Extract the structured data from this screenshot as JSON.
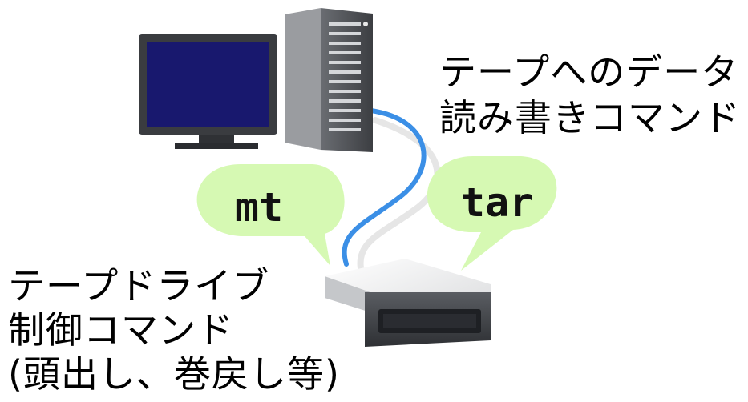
{
  "diagram": {
    "top_label": {
      "line1": "テープへのデータ",
      "line2": "読み書きコマンド"
    },
    "bottom_label": {
      "line1": "テープドライブ",
      "line2": "制御コマンド",
      "line3": "(頭出し、巻戻し等)"
    },
    "bubbles": {
      "left": "mt",
      "right": "tar"
    },
    "colors": {
      "bubble": "#d6f9b3",
      "cable": "#3b8fe6",
      "monitor_screen": "#18186e",
      "device_body": "#4f5257"
    },
    "icons": [
      "monitor-icon",
      "server-tower-icon",
      "tape-drive-icon",
      "cable-icon"
    ]
  }
}
